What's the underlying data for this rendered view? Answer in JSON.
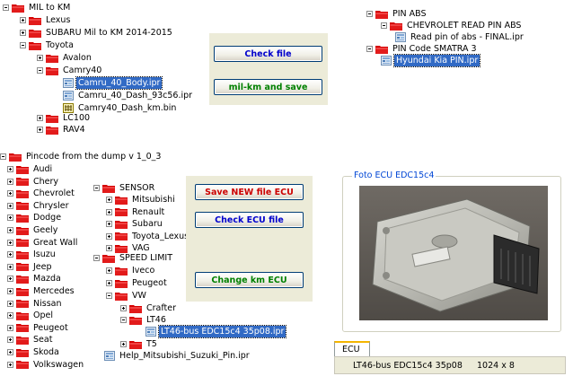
{
  "tree_mil": {
    "root": "MIL to KM",
    "lexus": "Lexus",
    "subaru": "SUBARU Mil to KM 2014-2015",
    "toyota": "Toyota",
    "avalon": "Avalon",
    "camry40": "Camry40",
    "file1": "Camru_40_Body.ipr",
    "file2": "Camru_40_Dash_93c56.ipr",
    "file3": "Camry40_Dash_km.bin",
    "lc100": "LC100",
    "rav4": "RAV4"
  },
  "buttons_top": {
    "check_file": "Check file",
    "mil_km_save": "mil-km and save"
  },
  "tree_pin": {
    "root": "PIN ABS",
    "chevrolet": "CHEVROLET READ PIN ABS",
    "read_pin_file": "Read pin of abs - FINAL.ipr",
    "smatra": "PIN Code SMATRA 3",
    "hyundai_file": "Hyundai Kia PIN.ipr"
  },
  "tree_dump": {
    "root": "Pincode from the dump v 1_0_3",
    "makes": [
      "Audi",
      "Chery",
      "Chevrolet",
      "Chrysler",
      "Dodge",
      "Geely",
      "Great Wall",
      "Isuzu",
      "Jeep",
      "Mazda",
      "Mercedes",
      "Nissan",
      "Opel",
      "Peugeot",
      "Seat",
      "Skoda",
      "Volkswagen"
    ]
  },
  "tree_sensor": {
    "sensor": "SENSOR",
    "sensor_items": [
      "Mitsubishi",
      "Renault",
      "Subaru",
      "Toyota_Lexus",
      "VAG"
    ],
    "speed_limit": "SPEED LIMIT",
    "iveco": "Iveco",
    "peugeot": "Peugeot",
    "vw": "VW",
    "crafter": "Crafter",
    "lt46": "LT46",
    "lt46_file": "LT46-bus EDC15c4 35p08.ipr",
    "t5": "T5",
    "help_file": "Help_Mitsubishi_Suzuki_Pin.ipr"
  },
  "buttons_ecu": {
    "save_new": "Save NEW file ECU",
    "check_ecu": "Check ECU file",
    "change_km": "Change km ECU"
  },
  "ecu_panel": {
    "group_title": "Foto ECU EDC15c4",
    "tab_label": "ECU",
    "status_name": "LT46-bus EDC15c4 35p08",
    "status_size": "1024 x 8"
  },
  "colors": {
    "folder_red": "#d40000",
    "selection": "#316ac5",
    "button_blue": "#0000cc",
    "button_green": "#008000",
    "button_red": "#cc0000",
    "panel_bg": "#ecebd8",
    "group_title": "#0046d5"
  },
  "icons": {
    "folder": "folder-icon",
    "ipr_file": "ipr-file-icon",
    "bin_file": "bin-file-icon",
    "expander": "tree-expander-icon"
  }
}
